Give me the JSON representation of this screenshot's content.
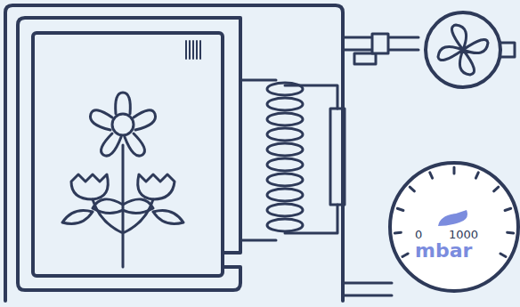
{
  "diagram": {
    "nodes": [
      {
        "text": [
          "0",
          "1000",
          "mbar"
        ]
      }
    ]
  }
}
